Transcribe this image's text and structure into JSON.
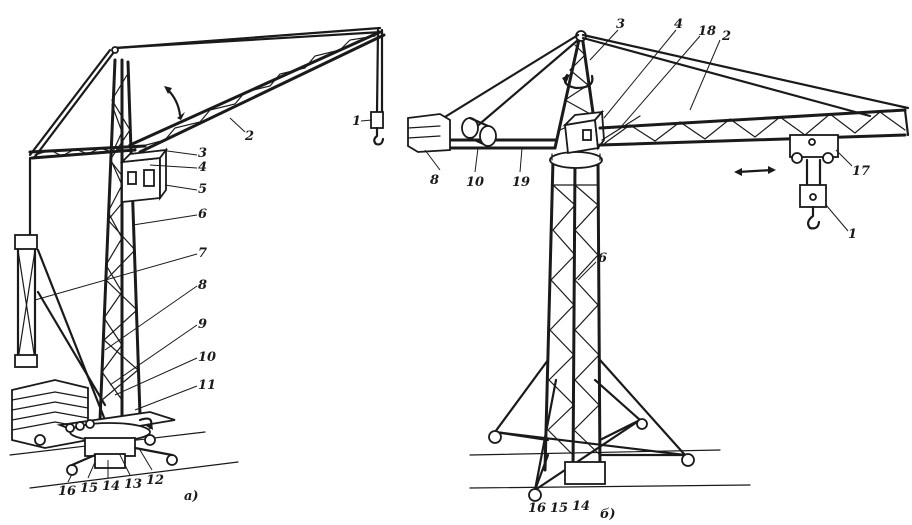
{
  "figure_a": {
    "caption": "а)",
    "labels": [
      "1",
      "2",
      "3",
      "4",
      "5",
      "6",
      "7",
      "8",
      "9",
      "10",
      "11",
      "12",
      "13",
      "14",
      "15",
      "16"
    ]
  },
  "figure_b": {
    "caption": "б)",
    "labels": [
      "1",
      "2",
      "3",
      "4",
      "6",
      "8",
      "10",
      "14",
      "15",
      "16",
      "17",
      "18",
      "19"
    ]
  }
}
